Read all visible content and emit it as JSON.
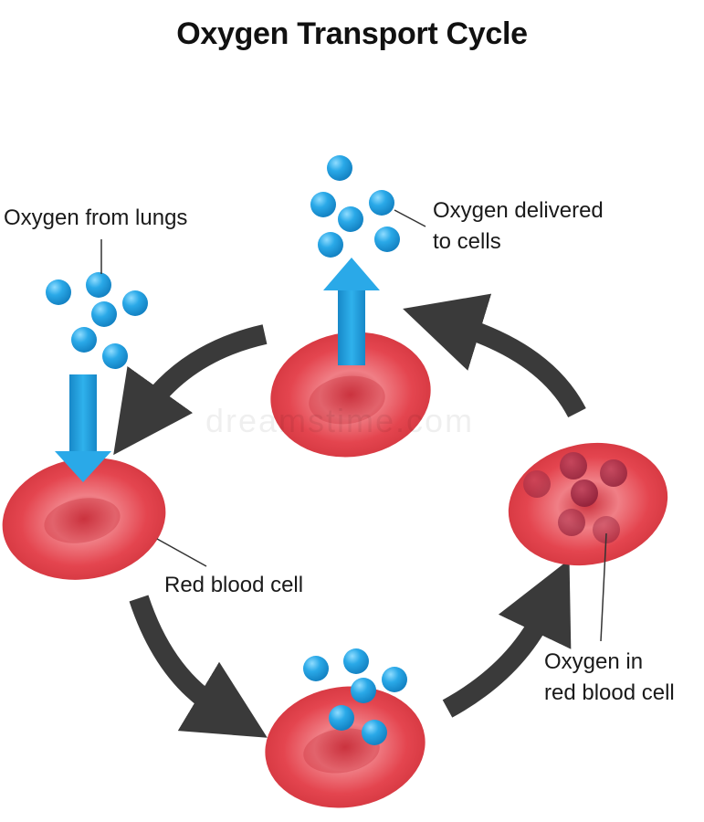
{
  "title": "Oxygen Transport Cycle",
  "labels": {
    "oxygen_from_lungs": "Oxygen from lungs",
    "oxygen_delivered_line1": "Oxygen delivered",
    "oxygen_delivered_line2": "to cells",
    "red_blood_cell": "Red blood cell",
    "oxygen_in_cell_line1": "Oxygen in",
    "oxygen_in_cell_line2": "red blood cell"
  },
  "watermark": "dreamstime.com",
  "colors": {
    "cell": "#e3454f",
    "cell_light": "#f3828a",
    "cell_dark": "#c92f3a",
    "oxygen": "#1f9fe0",
    "oxygen_light": "#7fd4ff",
    "arrow_blue": "#1c9fd8",
    "cycle_arrow": "#3a3a3a",
    "inner_oxygen": "#a32a45"
  }
}
